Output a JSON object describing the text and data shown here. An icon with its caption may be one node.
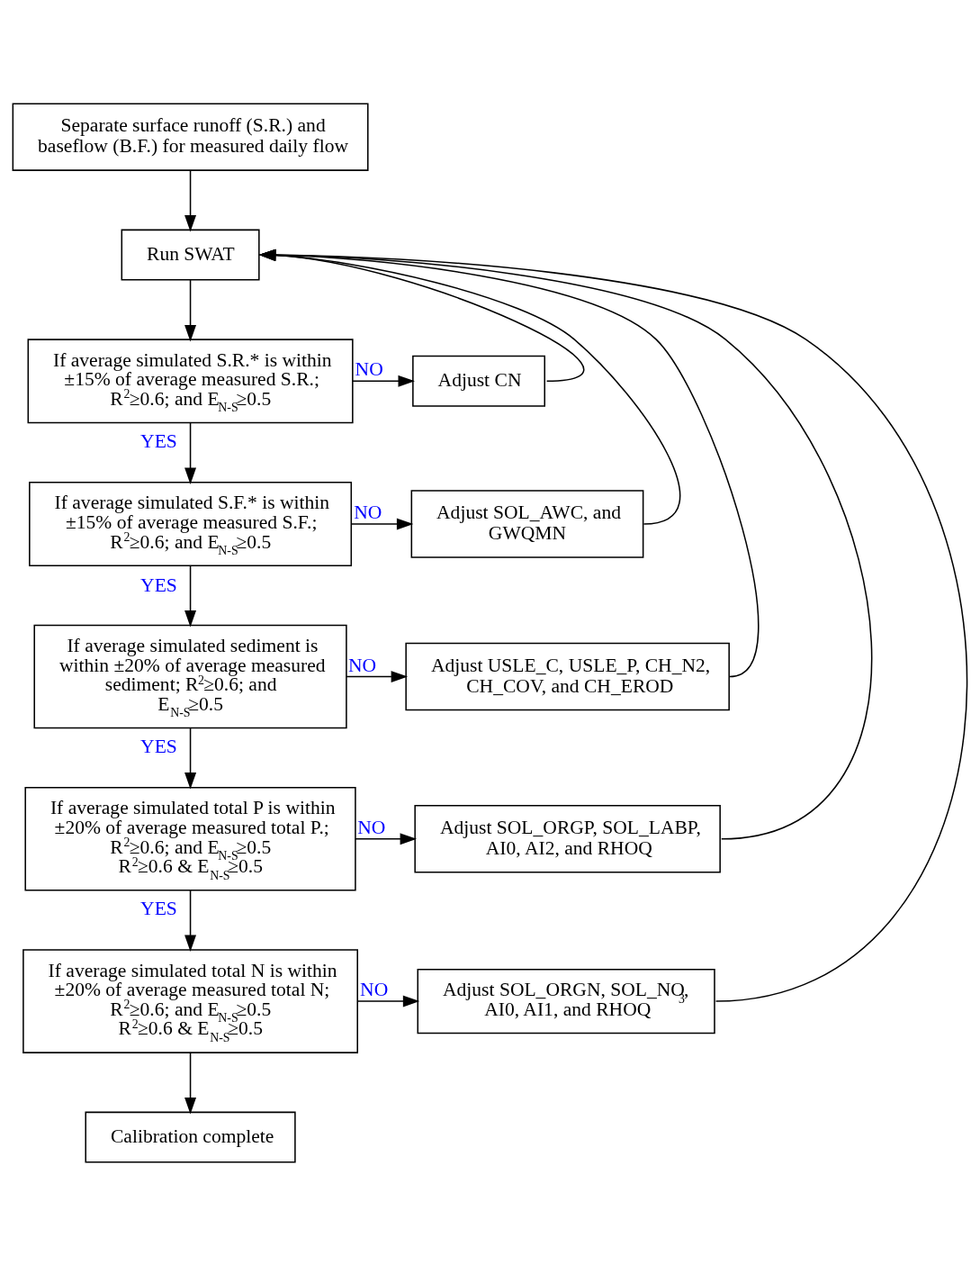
{
  "diagram": {
    "nodes": [
      {
        "text": [
          "Separate surface runoff (S.R.) and baseflow (B.F.) for measured daily flow"
        ]
      },
      {
        "text": [
          "Run SWAT"
        ]
      },
      {
        "text": [
          "If average simulated S.R.* is within ±15% of average measured S.R.; R$^{2}$≥0.6; and E$_{N-S}$≥0.5"
        ]
      },
      {
        "text": [
          "Adjust CN"
        ]
      },
      {
        "text": [
          "If average simulated S.F.* is within ±15% of average measured S.F.; R$^{2}$≥0.6; and E$_{N-S}$≥0.5"
        ]
      },
      {
        "text": [
          "Adjust SOL_AWC, and GWQMN"
        ]
      },
      {
        "text": [
          "If average simulated sediment is within ±20% of average measured sediment; R$^{2}$≥0.6; and E$_{N-S}$≥0.5"
        ]
      },
      {
        "text": [
          "Adjust USLE_C, USLE_P, CH_N2, CH_COV, and CH_EROD"
        ]
      },
      {
        "text": [
          "If average simulated total P is within ±20% of average measured total P.; R$^{2}$≥0.6; and E$_{N-S}$≥0.5 R$^{2}$≥0.6 & E$_{N-S}$≥0.5"
        ]
      },
      {
        "text": [
          "Adjust SOL_ORGP, SOL_LABP, AI0, AI2, and RHOQ"
        ]
      },
      {
        "text": [
          "If average simulated total N is within ±20% of average measured total N; R$^{2}$≥0.6; and E$_{N-S}$≥0.5 R$^{2}$≥0.6 & E$_{N-S}$≥0.5"
        ]
      },
      {
        "text": [
          "Adjust SOL_ORGN, SOL_NO$_{3}$, AI0, AI1, and RHOQ"
        ]
      },
      {
        "text": [
          "Calibration complete"
        ]
      }
    ],
    "edges": [
      {
        "from": 0,
        "to": 1,
        "arrow": "to"
      },
      {
        "from": 1,
        "to": 2,
        "arrow": "to"
      },
      {
        "from": 2,
        "to": 3,
        "arrow": "to",
        "label": "NO"
      },
      {
        "from": 2,
        "to": 4,
        "arrow": "to",
        "label": "YES"
      },
      {
        "from": 4,
        "to": 5,
        "arrow": "to",
        "label": "NO"
      },
      {
        "from": 4,
        "to": 6,
        "arrow": "to",
        "label": "YES"
      },
      {
        "from": 6,
        "to": 7,
        "arrow": "to",
        "label": "NO"
      },
      {
        "from": 6,
        "to": 8,
        "arrow": "to",
        "label": "YES"
      },
      {
        "from": 8,
        "to": 9,
        "arrow": "to",
        "label": "NO"
      },
      {
        "from": 8,
        "to": 10,
        "arrow": "to",
        "label": "YES"
      },
      {
        "from": 10,
        "to": 11,
        "arrow": "to",
        "label": "NO"
      },
      {
        "from": 10,
        "to": 12,
        "arrow": "to"
      },
      {
        "from": 3,
        "to": 1,
        "arrow": "to"
      },
      {
        "from": 5,
        "to": 1,
        "arrow": "to"
      },
      {
        "from": 7,
        "to": 1,
        "arrow": "to"
      },
      {
        "from": 9,
        "to": 1,
        "arrow": "to"
      },
      {
        "from": 11,
        "to": 1,
        "arrow": "to"
      }
    ]
  }
}
